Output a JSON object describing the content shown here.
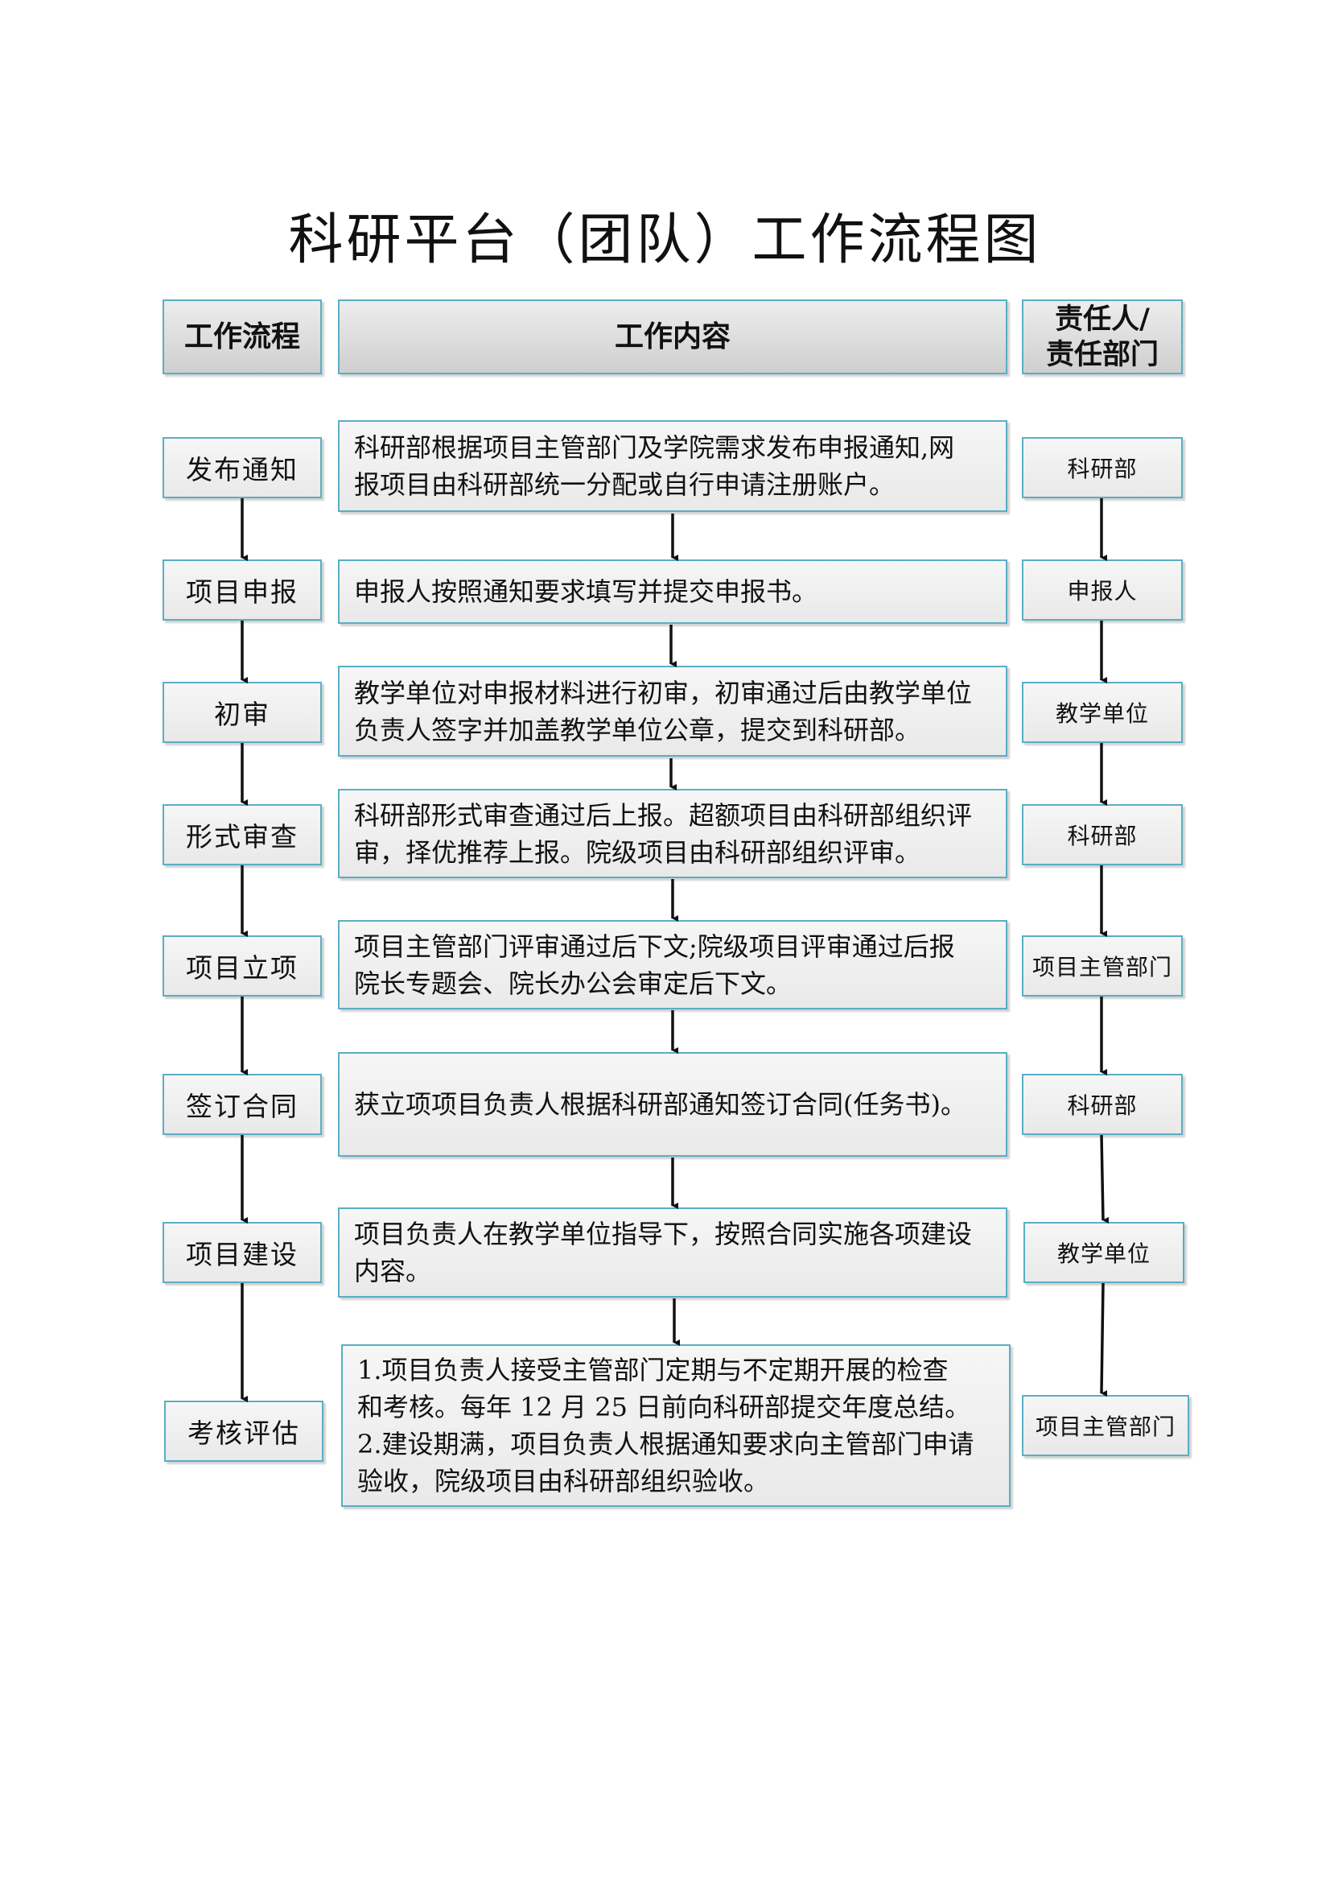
{
  "title": "科研平台（团队）工作流程图",
  "headers": {
    "process": "工作流程",
    "content": "工作内容",
    "responsible": "责任人/\n责任部门"
  },
  "steps": [
    {
      "process": "发布通知",
      "content": "科研部根据项目主管部门及学院需求发布申报通知,网\n报项目由科研部统一分配或自行申请注册账户。",
      "responsible": "科研部"
    },
    {
      "process": "项目申报",
      "content": "申报人按照通知要求填写并提交申报书。",
      "responsible": "申报人"
    },
    {
      "process": "初审",
      "content": "教学单位对申报材料进行初审，初审通过后由教学单位\n负责人签字并加盖教学单位公章，提交到科研部。",
      "responsible": "教学单位"
    },
    {
      "process": "形式审查",
      "content": "科研部形式审查通过后上报。超额项目由科研部组织评\n审，择优推荐上报。院级项目由科研部组织评审。",
      "responsible": "科研部"
    },
    {
      "process": "项目立项",
      "content": "项目主管部门评审通过后下文;院级项目评审通过后报\n院长专题会、院长办公会审定后下文。",
      "responsible": "项目主管部门"
    },
    {
      "process": "签订合同",
      "content": "获立项项目负责人根据科研部通知签订合同(任务书)。",
      "responsible": "科研部"
    },
    {
      "process": "项目建设",
      "content": "项目负责人在教学单位指导下，按照合同实施各项建设\n内容。",
      "responsible": "教学单位"
    },
    {
      "process": "考核评估",
      "content": "1.项目负责人接受主管部门定期与不定期开展的检查\n和考核。每年 12 月 25 日前向科研部提交年度总结。\n2.建设期满，项目负责人根据通知要求向主管部门申请\n验收，院级项目由科研部组织验收。",
      "responsible": "项目主管部门"
    }
  ]
}
